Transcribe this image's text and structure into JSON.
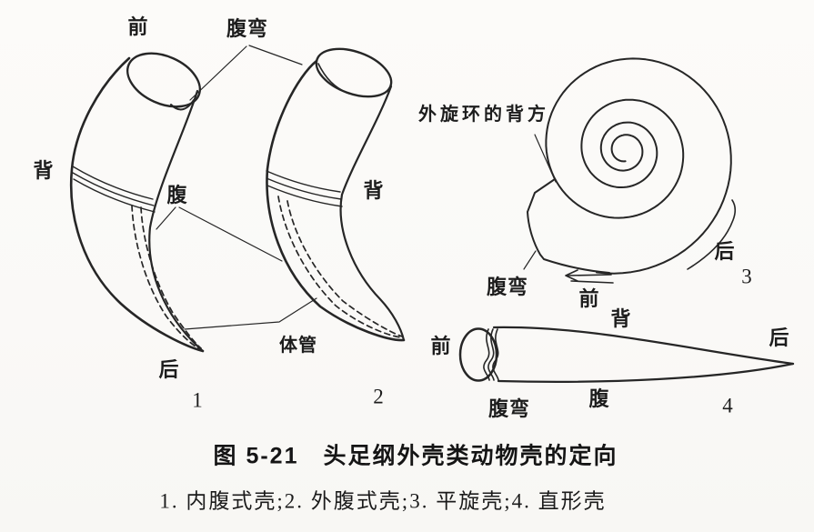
{
  "figure": {
    "caption": {
      "line1": "图 5-21　头足纲外壳类动物壳的定向",
      "line2": "1. 内腹式壳;2. 外腹式壳;3. 平旋壳;4. 直形壳"
    },
    "panels": {
      "curved_shells": {
        "front": "前",
        "ventral_bend": "腹弯",
        "dorsal_left": "背",
        "venter": "腹",
        "dorsal_right": "背",
        "siphuncle": "体管",
        "rear": "后",
        "index1": "1",
        "index2": "2"
      },
      "planispiral_shell": {
        "outer_whorl_dorsal": "外旋环的背方",
        "ventral_bend": "腹弯",
        "front": "前",
        "rear": "后",
        "index": "3"
      },
      "straight_shell": {
        "front": "前",
        "dorsal": "背",
        "rear": "后",
        "venter": "腹",
        "ventral_bend": "腹弯",
        "index": "4"
      }
    },
    "colors": {
      "ink": "#262626",
      "paper": "#fbfaf8"
    }
  }
}
